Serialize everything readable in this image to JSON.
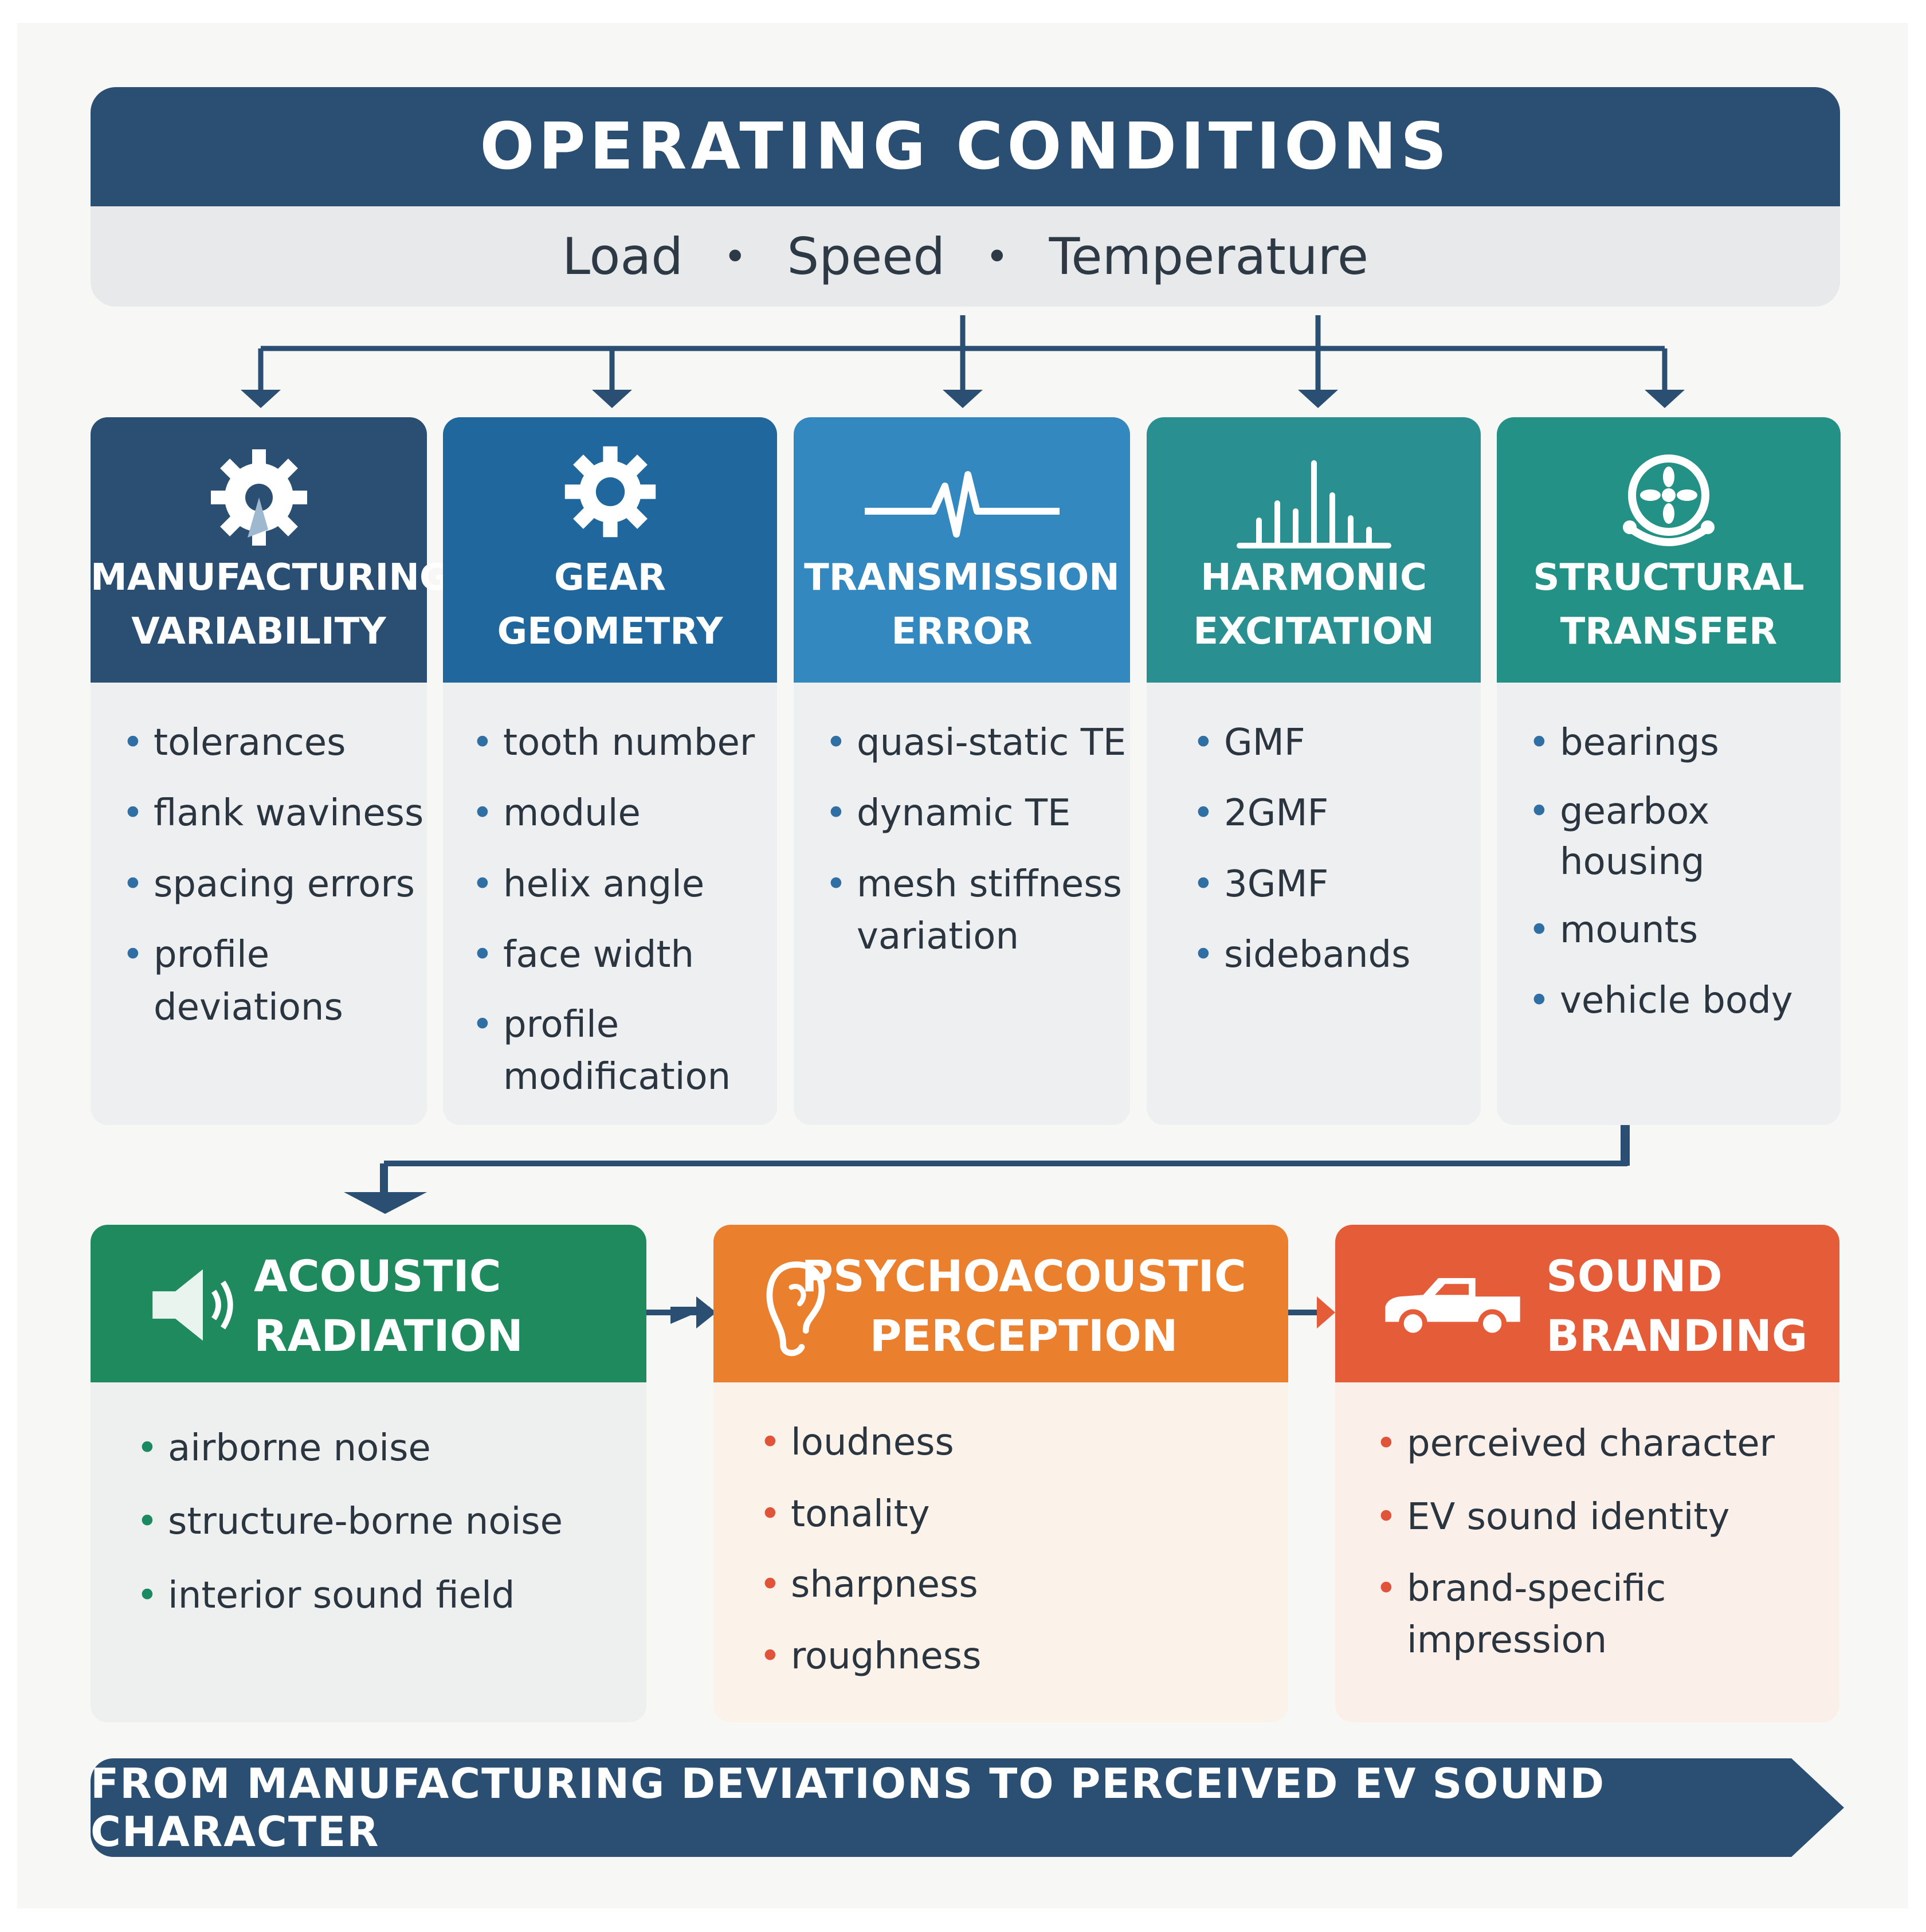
{
  "operating": {
    "title": "OPERATING CONDITIONS",
    "items": [
      "Load",
      "Speed",
      "Temperature"
    ],
    "separator": "•"
  },
  "stages": [
    {
      "line1": "MANUFACTURING",
      "line2": "VARIABILITY",
      "icon": "gear-broken-icon",
      "color": "#2b4f72",
      "items": [
        "tolerances",
        "flank waviness",
        "spacing errors",
        "profile",
        "deviations"
      ]
    },
    {
      "line1": "GEAR",
      "line2": "GEOMETRY",
      "icon": "gear-icon",
      "color": "#1f679c",
      "items": [
        "tooth number",
        "module",
        "helix angle",
        "face width",
        "profile",
        "modification"
      ]
    },
    {
      "line1": "TRANSMISSION",
      "line2": "ERROR",
      "icon": "waveform-icon",
      "color": "#3388c0",
      "items": [
        "quasi-static TE",
        "dynamic TE",
        "mesh stiffness",
        "variation"
      ]
    },
    {
      "line1": "HARMONIC",
      "line2": "EXCITATION",
      "icon": "spectrum-icon",
      "color": "#2a8f90",
      "items": [
        "GMF",
        "2GMF",
        "3GMF",
        "sidebands"
      ]
    },
    {
      "line1": "STRUCTURAL",
      "line2": "TRANSFER",
      "icon": "bearing-icon",
      "color": "#239186",
      "items": [
        "bearings",
        "gearbox",
        "housing",
        "mounts",
        "vehicle body"
      ]
    }
  ],
  "outputs": [
    {
      "line1": "ACOUSTIC",
      "line2": "RADIATION",
      "icon": "speaker-icon",
      "color": "#1e8a5e",
      "body": "#eef0ef",
      "items": [
        "airborne noise",
        "structure-borne noise",
        "interior sound field"
      ]
    },
    {
      "line1": "PSYCHOACOUSTIC",
      "line2": "PERCEPTION",
      "icon": "ear-icon",
      "color": "#ea7f2d",
      "body": "#fbf2ea",
      "items": [
        "loudness",
        "tonality",
        "sharpness",
        "roughness"
      ]
    },
    {
      "line1": "SOUND",
      "line2": "BRANDING",
      "icon": "car-icon",
      "color": "#e55d38",
      "body": "#fbefea",
      "items": [
        "perceived character",
        "EV sound identity",
        "brand-specific",
        "impression"
      ]
    }
  ],
  "footer": "FROM MANUFACTURING DEVIATIONS TO PERCEIVED EV SOUND CHARACTER"
}
